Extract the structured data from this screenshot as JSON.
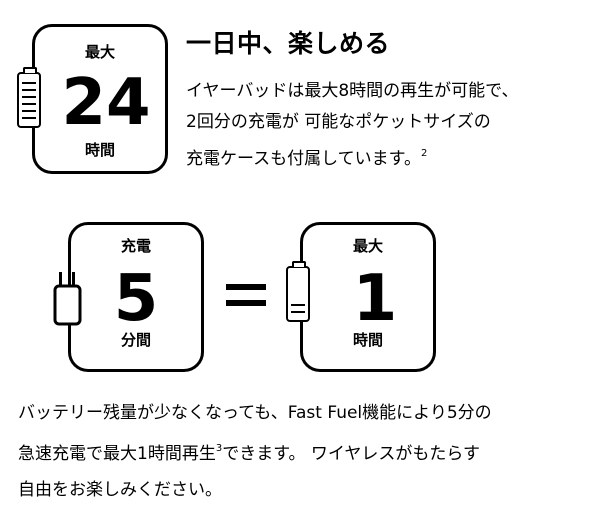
{
  "top": {
    "card": {
      "label_top": "最大",
      "value": "24",
      "label_bottom": "時間"
    },
    "heading": "一日中、楽しめる",
    "lines": [
      "イヤーバッドは最大8時間の再生が可能で、",
      "2回分の充電が 可能なポケットサイズの",
      "充電ケースも付属しています。"
    ],
    "footnote": "2"
  },
  "middle": {
    "left_card": {
      "label_top": "充電",
      "value": "5",
      "label_bottom": "分間"
    },
    "operator": "=",
    "right_card": {
      "label_top": "最大",
      "value": "1",
      "label_bottom": "時間"
    }
  },
  "bottom": {
    "line1": "バッテリー残量が少なくなっても、Fast Fuel機能により5分の",
    "line2_a": "急速充電で最大1時間再生",
    "line2_sup": "3",
    "line2_b": "できます。 ワイヤレスがもたらす",
    "line3": "自由をお楽しみください。"
  },
  "icons": [
    "battery-full-icon",
    "charger-plug-icon",
    "battery-partial-icon"
  ],
  "colors": {
    "text": "#000000",
    "background": "#ffffff"
  }
}
